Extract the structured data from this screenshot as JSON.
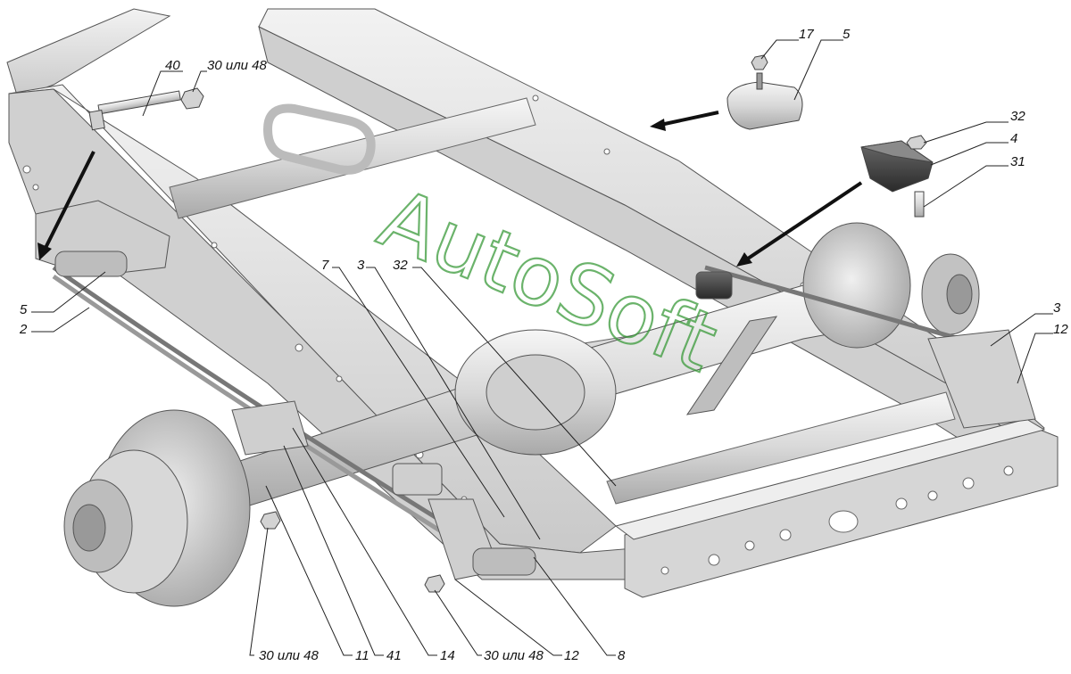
{
  "watermark": "AutoSoft",
  "callouts": {
    "c17": "17",
    "c5_top": "5",
    "c40": "40",
    "c30_top": "30 или 48",
    "c32_right": "32",
    "c4": "4",
    "c31": "31",
    "c5_left": "5",
    "c2": "2",
    "c7": "7",
    "c3_mid": "3",
    "c32_mid": "32",
    "c3_right": "3",
    "c12_right": "12",
    "c30_bl": "30 или 48",
    "c11": "11",
    "c41": "41",
    "c14": "14",
    "c30_bm": "30 или 48",
    "c12_bot": "12",
    "c8": "8"
  }
}
